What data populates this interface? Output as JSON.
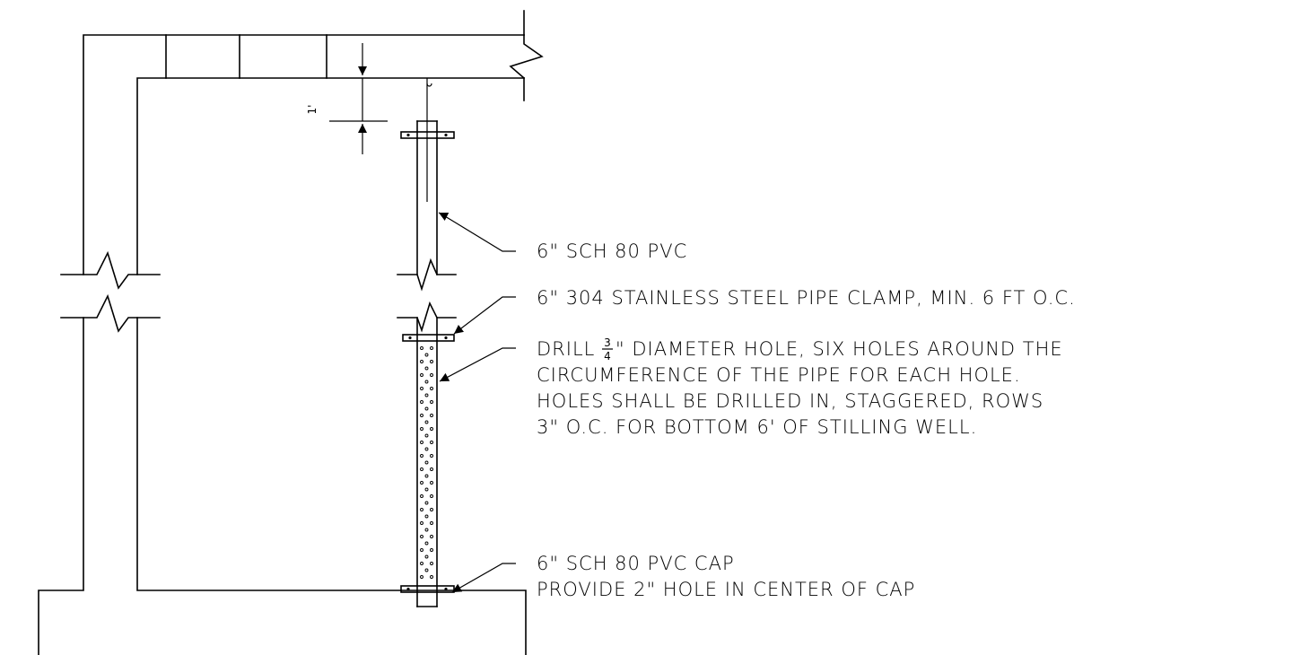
{
  "dimension": {
    "label": "1'"
  },
  "callouts": {
    "pvc_pipe": "6\" SCH 80 PVC",
    "pipe_clamp": "6\" 304 STAINLESS STEEL  PIPE CLAMP, MIN. 6 FT O.C.",
    "drill": {
      "line1_prefix": "DRILL ",
      "fraction_num": "3",
      "fraction_den": "4",
      "line1_suffix": "\" DIAMETER HOLE, SIX HOLES AROUND THE",
      "line2": "CIRCUMFERENCE OF THE PIPE FOR EACH HOLE.",
      "line3": "HOLES SHALL BE DRILLED IN, STAGGERED, ROWS",
      "line4": "3\" O.C. FOR BOTTOM 6' OF STILLING WELL."
    },
    "cap": {
      "line1": "6\" SCH 80 PVC CAP",
      "line2": "PROVIDE 2\" HOLE IN CENTER OF CAP"
    }
  }
}
